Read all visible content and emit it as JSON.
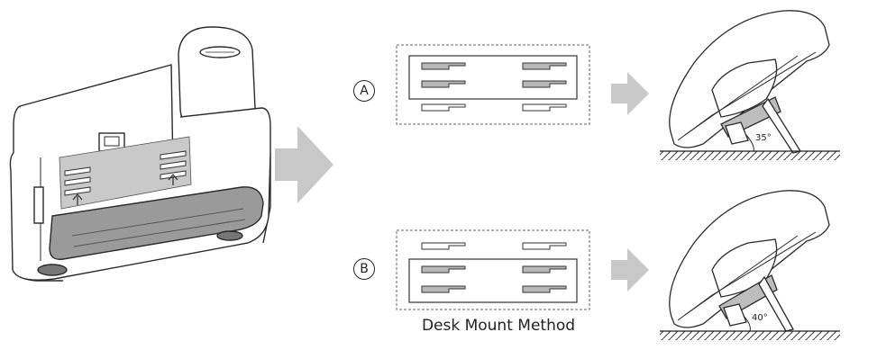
{
  "caption": "Desk Mount Method",
  "options": [
    {
      "label": "A",
      "angle": "35°"
    },
    {
      "label": "B",
      "angle": "40°"
    }
  ],
  "colors": {
    "arrow": "#c8c8c8",
    "outline": "#2a2a2a",
    "highlight": "#b9b9b9",
    "stand": "#9a9a9a"
  }
}
